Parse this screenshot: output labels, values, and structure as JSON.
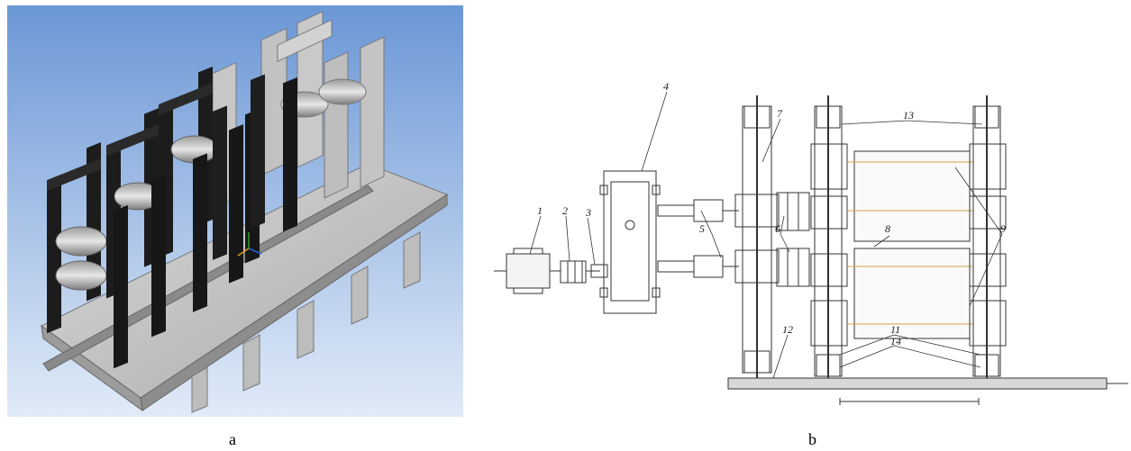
{
  "captions": {
    "a": "a",
    "b": "b"
  },
  "callouts": [
    "1",
    "2",
    "3",
    "4",
    "5",
    "6",
    "7",
    "8",
    "9",
    "11",
    "12",
    "13",
    "14"
  ],
  "colors": {
    "sky_top": "#6f9ad8",
    "sky_bottom": "#dce8f8",
    "base_plate": "#c9c9c9",
    "dark_stand": "#1f1f1f",
    "light_stand": "#b9b9b9",
    "drawing_line": "#333333",
    "center_line": "#d4a04a"
  }
}
